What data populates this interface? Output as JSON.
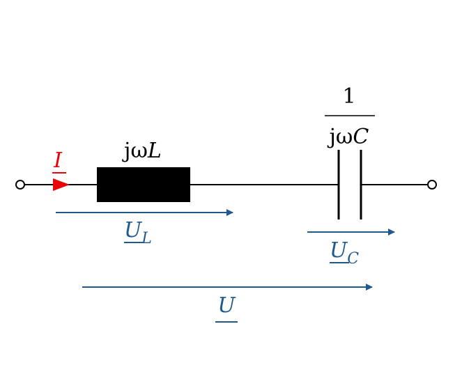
{
  "colors": {
    "wire": "#000000",
    "current": "#e8000b",
    "voltage": "#1f5a8f",
    "inductor_fill": "#000000"
  },
  "labels": {
    "current": "I",
    "inductor_prefix": "jω",
    "inductor_var": "L",
    "capacitor_numerator": "1",
    "capacitor_prefix": "jω",
    "capacitor_var": "C",
    "ul_main": "U",
    "ul_sub": "L",
    "uc_main": "U",
    "uc_sub": "C",
    "u_main": "U"
  }
}
